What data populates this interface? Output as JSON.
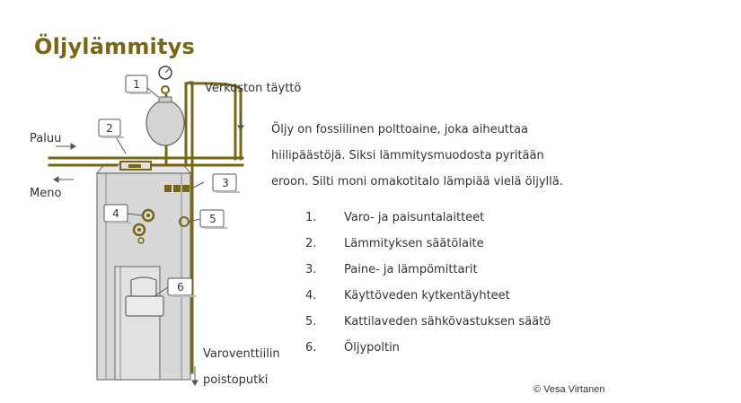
{
  "title": "Öljylämmitys",
  "colors": {
    "accent": "#7a6514",
    "boiler": "#d8d8d8",
    "outline": "#555555"
  },
  "labels": {
    "supply": "Verkoston täyttö",
    "return": "Paluu",
    "flow": "Meno",
    "valve_line1": "Varoventtiilin",
    "valve_line2": "poistoputki"
  },
  "callouts": [
    "1",
    "2",
    "3",
    "4",
    "5",
    "6"
  ],
  "description": [
    "Öljy on fossiilinen polttoaine, joka aiheuttaa",
    "hiilipäästöjä. Siksi lämmitysmuodosta pyritään",
    "eroon. Silti moni omakotitalo lämpiää vielä öljyllä."
  ],
  "legend": [
    {
      "num": "1.",
      "text": "Varo- ja paisuntalaitteet"
    },
    {
      "num": "2.",
      "text": "Lämmityksen säätölaite"
    },
    {
      "num": "3.",
      "text": "Paine- ja lämpömittarit"
    },
    {
      "num": "4.",
      "text": "Käyttöveden kytkentäyhteet"
    },
    {
      "num": "5.",
      "text": "Kattilaveden sähkövastuksen säätö"
    },
    {
      "num": "6.",
      "text": "Öljypoltin"
    }
  ],
  "copyright": "© Vesa Virtanen"
}
